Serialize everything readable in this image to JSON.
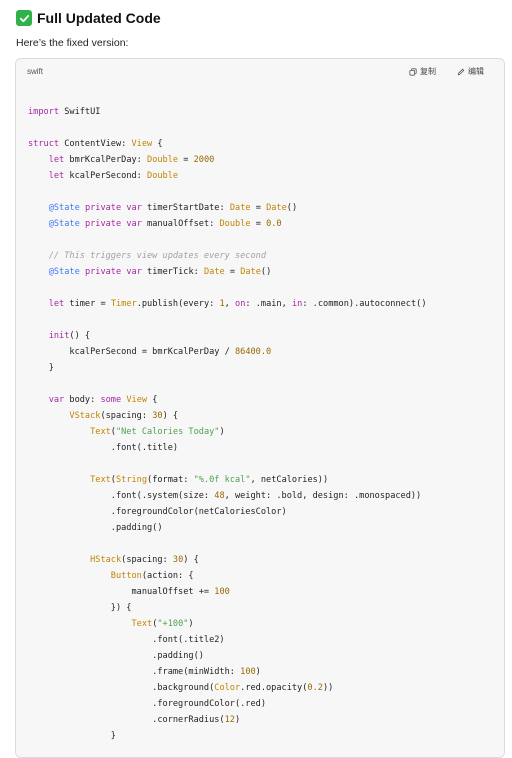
{
  "heading": {
    "text": "Full Updated Code"
  },
  "intro": {
    "text": "Here’s the fixed version:"
  },
  "code_block": {
    "language": "swift",
    "copy_label": "复制",
    "edit_label": "编辑",
    "lines": [
      "",
      "import SwiftUI",
      "",
      "struct ContentView: View {",
      "    let bmrKcalPerDay: Double = 2000",
      "    let kcalPerSecond: Double",
      "",
      "    @State private var timerStartDate: Date = Date()",
      "    @State private var manualOffset: Double = 0.0",
      "",
      "    // This triggers view updates every second",
      "    @State private var timerTick: Date = Date()",
      "",
      "    let timer = Timer.publish(every: 1, on: .main, in: .common).autoconnect()",
      "",
      "    init() {",
      "        kcalPerSecond = bmrKcalPerDay / 86400.0",
      "    }",
      "",
      "    var body: some View {",
      "        VStack(spacing: 30) {",
      "            Text(\"Net Calories Today\")",
      "                .font(.title)",
      "",
      "            Text(String(format: \"%.0f kcal\", netCalories))",
      "                .font(.system(size: 48, weight: .bold, design: .monospaced))",
      "                .foregroundColor(netCaloriesColor)",
      "                .padding()",
      "",
      "            HStack(spacing: 30) {",
      "                Button(action: {",
      "                    manualOffset += 100",
      "                }) {",
      "                    Text(\"+100\")",
      "                        .font(.title2)",
      "                        .padding()",
      "                        .frame(minWidth: 100)",
      "                        .background(Color.red.opacity(0.2))",
      "                        .foregroundColor(.red)",
      "                        .cornerRadius(12)",
      "                }"
    ]
  }
}
